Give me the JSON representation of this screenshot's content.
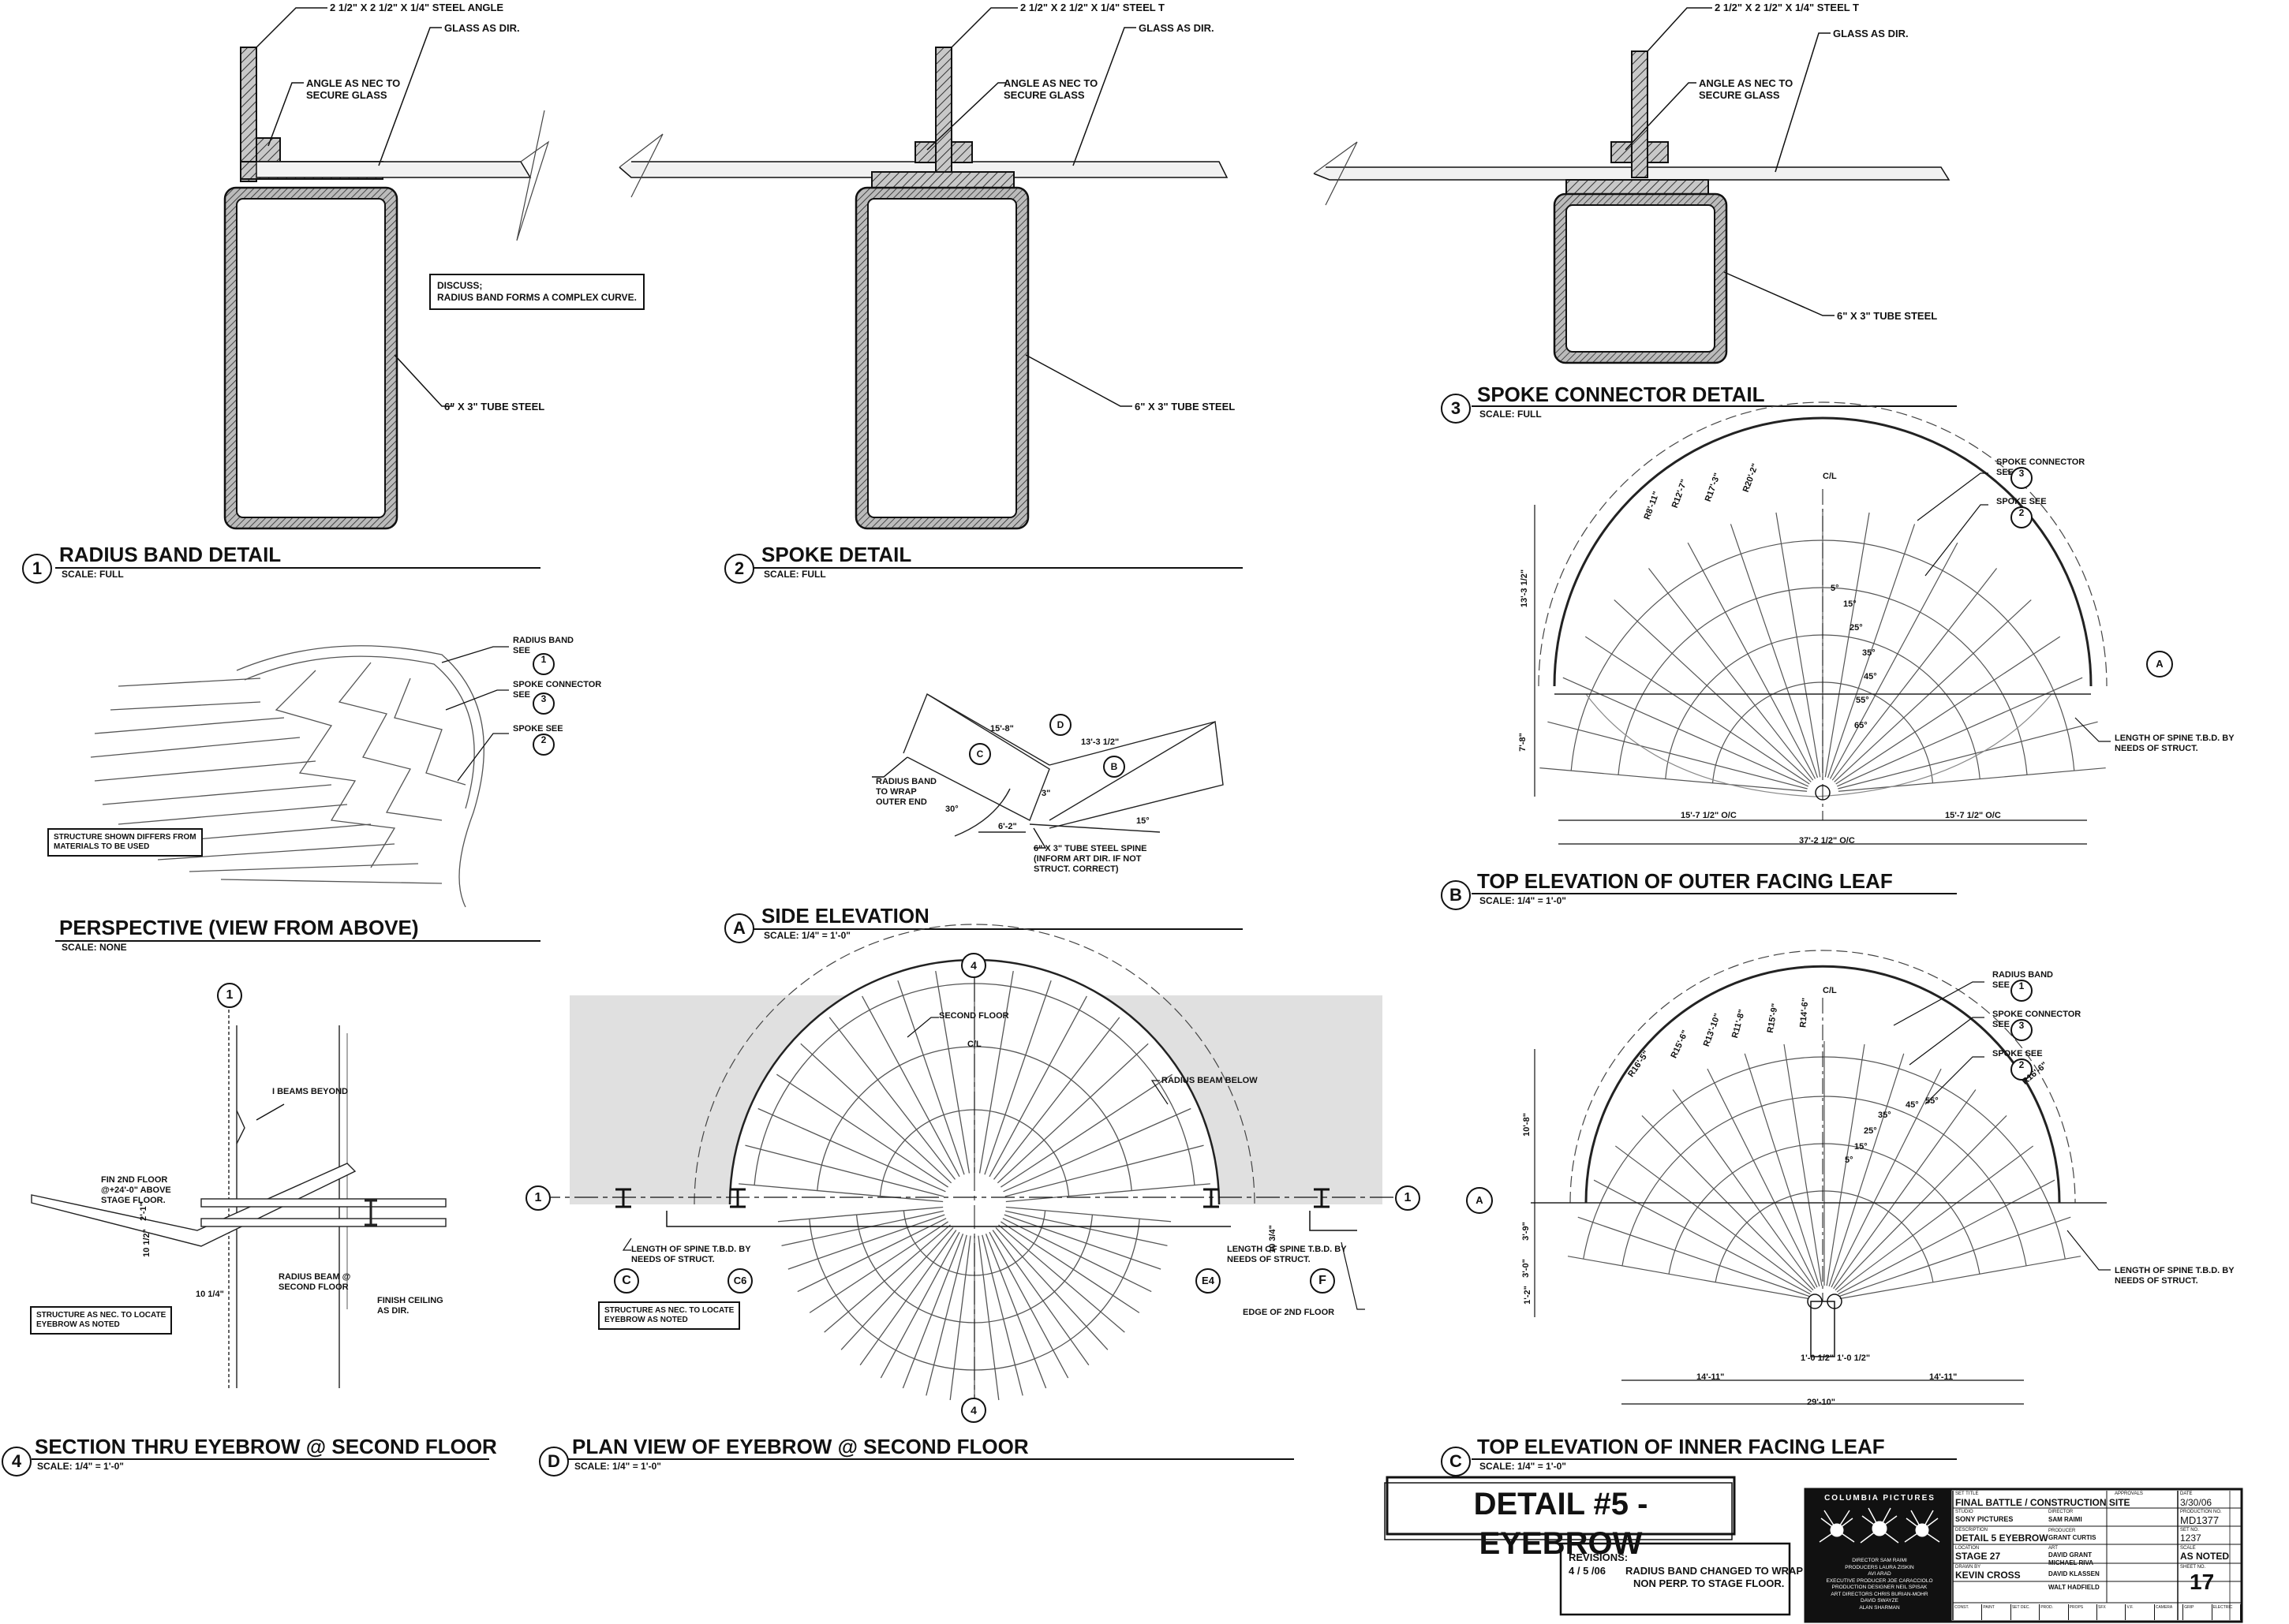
{
  "sheet_title": "DETAIL #5 - EYEBROW",
  "revisions": {
    "heading": "REVISIONS:",
    "entry_date": "4 / 5 /06",
    "entry_text": "RADIUS BAND CHANGED TO WRAP",
    "entry_text2": "NON PERP. TO STAGE FLOOR."
  },
  "details": [
    {
      "num": "1",
      "title": "RADIUS BAND DETAIL",
      "scale": "SCALE: FULL"
    },
    {
      "num": "2",
      "title": "SPOKE DETAIL",
      "scale": "SCALE: FULL"
    },
    {
      "num": "3",
      "title": "SPOKE CONNECTOR DETAIL",
      "scale": "SCALE: FULL"
    },
    {
      "num": "",
      "title": "PERSPECTIVE (VIEW FROM ABOVE)",
      "scale": "SCALE: NONE"
    },
    {
      "num": "A",
      "title": "SIDE ELEVATION",
      "scale": "SCALE: 1/4\" = 1'-0\""
    },
    {
      "num": "B",
      "title": "TOP ELEVATION OF OUTER FACING LEAF",
      "scale": "SCALE: 1/4\" = 1'-0\""
    },
    {
      "num": "4",
      "title": "SECTION THRU EYEBROW @ SECOND FLOOR",
      "scale": "SCALE: 1/4\" = 1'-0\""
    },
    {
      "num": "D",
      "title": "PLAN VIEW OF EYEBROW @ SECOND FLOOR",
      "scale": "SCALE: 1/4\" = 1'-0\""
    },
    {
      "num": "C",
      "title": "TOP ELEVATION OF INNER FACING LEAF",
      "scale": "SCALE: 1/4\" = 1'-0\""
    }
  ],
  "notes": {
    "d1_top": "2 1/2\" X 2 1/2\" X 1/4\" STEEL ANGLE",
    "d1_angle": "ANGLE AS NEC TO\nSECURE GLASS",
    "d1_glass": "GLASS AS DIR.",
    "d1_discuss": "DISCUSS;\nRADIUS BAND FORMS A COMPLEX CURVE.",
    "d1_tube": "6\" X 3\" TUBE STEEL",
    "d2_top": "2 1/2\" X 2 1/2\" X 1/4\" STEEL T",
    "d2_angle": "ANGLE AS NEC TO\nSECURE GLASS",
    "d2_glass": "GLASS AS DIR.",
    "d2_tube": "6\" X 3\" TUBE STEEL",
    "d3_top": "2 1/2\" X 2 1/2\" X 1/4\" STEEL T",
    "d3_angle": "ANGLE AS NEC TO\nSECURE GLASS",
    "d3_glass": "GLASS AS DIR.",
    "d3_tube": "6\" X 3\" TUBE STEEL",
    "persp_radius": "RADIUS BAND\nSEE",
    "persp_connector": "SPOKE CONNECTOR\nSEE",
    "persp_spoke": "SPOKE SEE",
    "persp_struct": "STRUCTURE SHOWN DIFFERS FROM\nMATERIALS TO BE USED",
    "a_radius": "RADIUS BAND\nTO WRAP\nOUTER END",
    "a_spine": "6\" X 3\" TUBE STEEL SPINE\n(INFORM ART DIR. IF NOT\nSTRUCT. CORRECT)",
    "b_connector": "SPOKE CONNECTOR\nSEE",
    "b_spoke": "SPOKE SEE",
    "b_spine": "LENGTH OF SPINE T.B.D. BY\nNEEDS OF STRUCT.",
    "c_radius": "RADIUS BAND\nSEE",
    "c_connector": "SPOKE CONNECTOR\nSEE",
    "c_spoke": "SPOKE SEE",
    "c_spine": "LENGTH OF SPINE T.B.D. BY\nNEEDS OF STRUCT.",
    "s4_ibeams": "I BEAMS BEYOND",
    "s4_fin": "FIN 2ND FLOOR\n@+24'-0\" ABOVE\nSTAGE FLOOR.",
    "s4_beam": "RADIUS BEAM @\nSECOND FLOOR",
    "s4_ceiling": "FINISH CEILING\nAS DIR.",
    "s4_struct": "STRUCTURE AS NEC. TO LOCATE\nEYEBROW AS NOTED",
    "d_second": "SECOND FLOOR",
    "d_cl": "C/L",
    "d_radbeam": "RADIUS BEAM BELOW",
    "d_spine_l": "LENGTH OF SPINE T.B.D. BY\nNEEDS OF STRUCT.",
    "d_spine_r": "LENGTH OF SPINE T.B.D. BY\nNEEDS OF STRUCT.",
    "d_struct": "STRUCTURE AS NEC. TO LOCATE\nEYEBROW AS NOTED",
    "d_edge": "EDGE OF 2ND FLOOR"
  },
  "dims": {
    "b_left": "15'-7 1/2\" O/C",
    "b_right": "15'-7 1/2\" O/C",
    "b_total": "37'-2 1/2\" O/C",
    "b_height": "13'-3 1/2\"",
    "b_low": "7'-8\"",
    "b_angles": [
      "5°",
      "15°",
      "25°",
      "35°",
      "45°",
      "55°",
      "65°"
    ],
    "b_radii": [
      "R8'-11\"",
      "R12'-7\"",
      "R17'-3\"",
      "R20'-2\""
    ],
    "c_left": "14'-11\"",
    "c_right": "14'-11\"",
    "c_total": "29'-10\"",
    "c_h1": "10'-8\"",
    "c_h2": "3'-9\"",
    "c_h3": "3'-0\"",
    "c_h4": "1'-2\"",
    "c_mid1": "1'-0 1/2\"",
    "c_mid2": "1'-0 1/2\"",
    "c_angles": [
      "5°",
      "15°",
      "25°",
      "35°",
      "45°",
      "55°"
    ],
    "c_radii": [
      "R16'-5\"",
      "R15'-6\"",
      "R13'-10\"",
      "R11'-8\"",
      "R15'-9\"",
      "R14'-6\"",
      "R16'-6\""
    ],
    "a_d1": "15'-8\"",
    "a_d2": "13'-3 1/2\"",
    "a_d3": "3\"",
    "a_d4": "30°",
    "a_d5": "15°",
    "a_d6": "6'-2\"",
    "s4_d1": "10 1/4\"",
    "s4_d2": "10 1/2\"",
    "s4_d3": "2'-1\"",
    "d_d1": "10 3/4\""
  },
  "grid_refs": {
    "one": "1",
    "four": "4",
    "C": "C",
    "C6": "C6",
    "E4": "E4",
    "F": "F",
    "cl_b": "C/L",
    "cl_c": "C/L"
  },
  "title_block": {
    "logo_text": "COLUMBIA PICTURES",
    "credits": [
      "DIRECTOR   SAM RAIMI",
      "PRODUCERS   LAURA ZISKIN",
      "AVI ARAD",
      "EXECUTIVE PRODUCER   JOE CARACCIOLO",
      "PRODUCTION DESIGNER   NEIL SPISAK",
      "ART DIRECTORS   CHRIS BURIAN-MOHR",
      "DAVID SWAYZE",
      "ALAN SHARMAN"
    ],
    "set_title_label": "SET TITLE",
    "set_title": "FINAL BATTLE / CONSTRUCTION SITE",
    "studio_label": "STUDIO",
    "studio": "SONY PICTURES",
    "director_label": "DIRECTOR",
    "director": "SAM RAIMI",
    "description_label": "DESCRIPTION",
    "description": "DETAIL 5 EYEBROW",
    "producer_label": "PRODUCER",
    "producer": "GRANT CURTIS",
    "location_label": "LOCATION",
    "location": "STAGE 27",
    "art_label": "ART",
    "art": "DAVID GRANT",
    "prod_designer": "MICHAEL RIVA",
    "drawn_by_label": "DRAWN BY",
    "drawn_by": "KEVIN CROSS",
    "art_director": "DAVID KLASSEN",
    "construction": "WALT HADFIELD",
    "approvals_label": "APPROVALS",
    "date_label": "DATE",
    "date": "3/30/06",
    "production_label": "PRODUCTION NO.",
    "production_no": "MD1377",
    "set_no_label": "SET NO.",
    "set_no": "1237",
    "scale_label": "SCALE",
    "scale": "AS NOTED",
    "sheet_label": "SHEET NO.",
    "sheet_no": "17",
    "dept_row": [
      "CONST.",
      "PAINT",
      "SET DEC.",
      "PROD.",
      "PROPS",
      "SFX",
      "V.F.",
      "CAMERA",
      "GRIP",
      "ELECTRIC"
    ]
  }
}
